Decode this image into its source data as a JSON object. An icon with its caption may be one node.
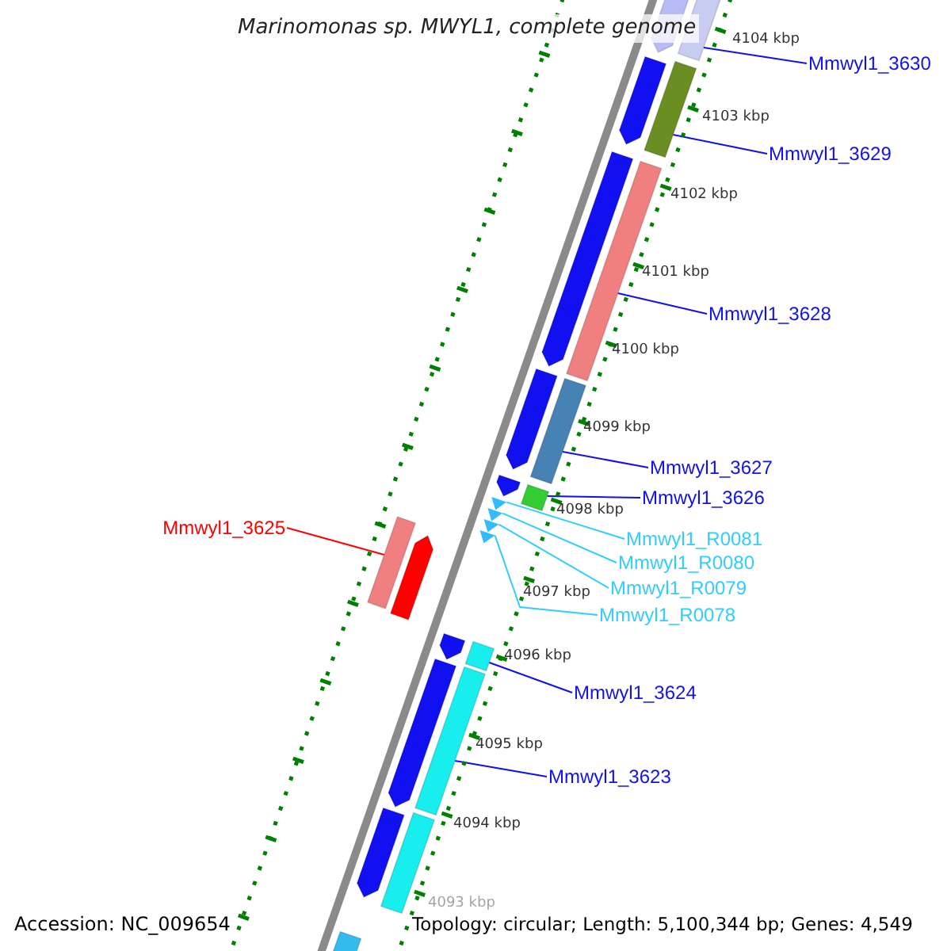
{
  "diagram": {
    "title": "Marinomonas sp. MWYL1, complete genome",
    "nodes": [
      {
        "text": [
          "Mmwyl1_3630"
        ]
      },
      {
        "text": [],
        "shape": "bar"
      },
      {
        "text": [
          "Mmwyl1_3629"
        ]
      },
      {
        "text": [],
        "shape": "bar"
      },
      {
        "text": [
          "Mmwyl1_3628"
        ]
      },
      {
        "text": [],
        "shape": "bar"
      },
      {
        "text": [
          "Mmwyl1_3627"
        ]
      },
      {
        "text": [],
        "shape": "bar"
      },
      {
        "text": [
          "Mmwyl1_3626"
        ]
      },
      {
        "text": [],
        "shape": "bar"
      },
      {
        "text": [
          "Mmwyl1_R0081"
        ]
      },
      {
        "text": [],
        "shape": "triangle"
      },
      {
        "text": [
          "Mmwyl1_R0080"
        ]
      },
      {
        "text": [],
        "shape": "triangle"
      },
      {
        "text": [
          "Mmwyl1_R0079"
        ]
      },
      {
        "text": [],
        "shape": "triangle"
      },
      {
        "text": [
          "Mmwyl1_R0078"
        ]
      },
      {
        "text": [],
        "shape": "triangle"
      },
      {
        "text": [
          "Mmwyl1_3625"
        ]
      },
      {
        "text": [],
        "shape": "bar"
      },
      {
        "text": [
          "Mmwyl1_3624"
        ]
      },
      {
        "text": [],
        "shape": "bar"
      },
      {
        "text": [
          "Mmwyl1_3623"
        ]
      },
      {
        "text": [],
        "shape": "bar"
      },
      {
        "text": [],
        "shape": "bar"
      },
      {
        "text": [],
        "shape": "bar"
      },
      {
        "text": [],
        "shape": "bar"
      },
      {
        "text": [],
        "shape": "bar"
      },
      {
        "text": [],
        "shape": "bar"
      },
      {
        "text": [],
        "shape": "bar"
      },
      {
        "text": [],
        "shape": "bar"
      },
      {
        "text": [],
        "shape": "bar"
      },
      {
        "text": [],
        "shape": "bar"
      },
      {
        "text": [],
        "shape": "bar"
      },
      {
        "text": [],
        "shape": "bar"
      }
    ],
    "edges": [
      {
        "from": 0,
        "to": 1,
        "arrow": "none"
      },
      {
        "from": 2,
        "to": 3,
        "arrow": "none"
      },
      {
        "from": 4,
        "to": 5,
        "arrow": "none"
      },
      {
        "from": 6,
        "to": 7,
        "arrow": "none"
      },
      {
        "from": 8,
        "to": 9,
        "arrow": "none"
      },
      {
        "from": 10,
        "to": 11,
        "arrow": "none",
        "color": "#33ccff"
      },
      {
        "from": 12,
        "to": 13,
        "arrow": "none",
        "color": "#33ccff"
      },
      {
        "from": 14,
        "to": 15,
        "arrow": "none",
        "color": "#33ccff"
      },
      {
        "from": 16,
        "to": 17,
        "arrow": "none",
        "color": "#33ccff"
      },
      {
        "from": 18,
        "to": 19,
        "arrow": "none",
        "color": "#ff0000"
      },
      {
        "from": 20,
        "to": 21,
        "arrow": "none"
      },
      {
        "from": 22,
        "to": 23,
        "arrow": "none"
      }
    ],
    "labels": [
      "4104 kbp",
      "4103 kbp",
      "4102 kbp",
      "4101 kbp",
      "4100 kbp",
      "4099 kbp",
      "4098 kbp",
      "4097 kbp",
      "4096 kbp",
      "4095 kbp",
      "4094 kbp",
      "4093 kbp",
      "Accession: NC_009654",
      "Topology: circular; Length: 5,100,344 bp; Genes: 4,549"
    ]
  }
}
